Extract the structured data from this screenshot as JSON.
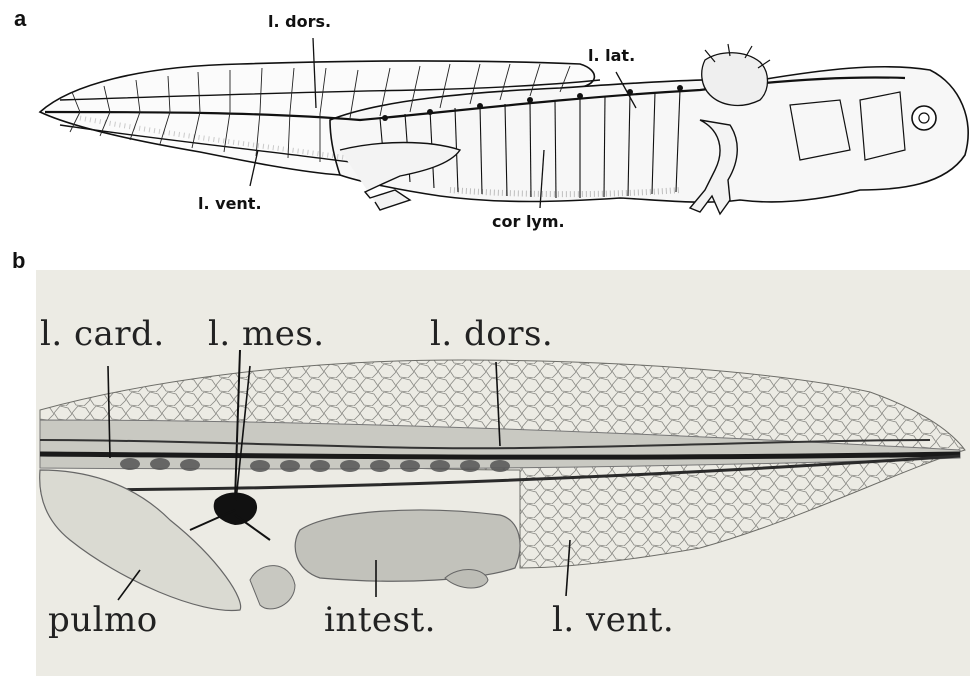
{
  "panel_a": {
    "letter": "a",
    "labels": {
      "l_dors": "l. dors.",
      "l_lat": "l. lat.",
      "l_vent": "l. vent.",
      "cor_lym": "cor lym."
    }
  },
  "panel_b": {
    "letter": "b",
    "labels": {
      "l_card": "l. card.",
      "l_mes": "l. mes.",
      "l_dors": "l. dors.",
      "pulmo": "pulmo",
      "intest": "intest.",
      "l_vent": "l. vent."
    }
  }
}
